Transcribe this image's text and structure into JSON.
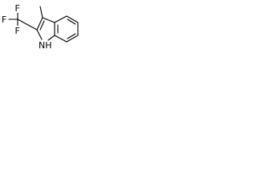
{
  "molecule": {
    "atoms": {
      "f_top": "F",
      "f_left": "F",
      "f_bottom": "F",
      "nh": "NH"
    },
    "colors": {
      "bond": "#000000",
      "label": "#000000",
      "background": "#ffffff"
    }
  }
}
